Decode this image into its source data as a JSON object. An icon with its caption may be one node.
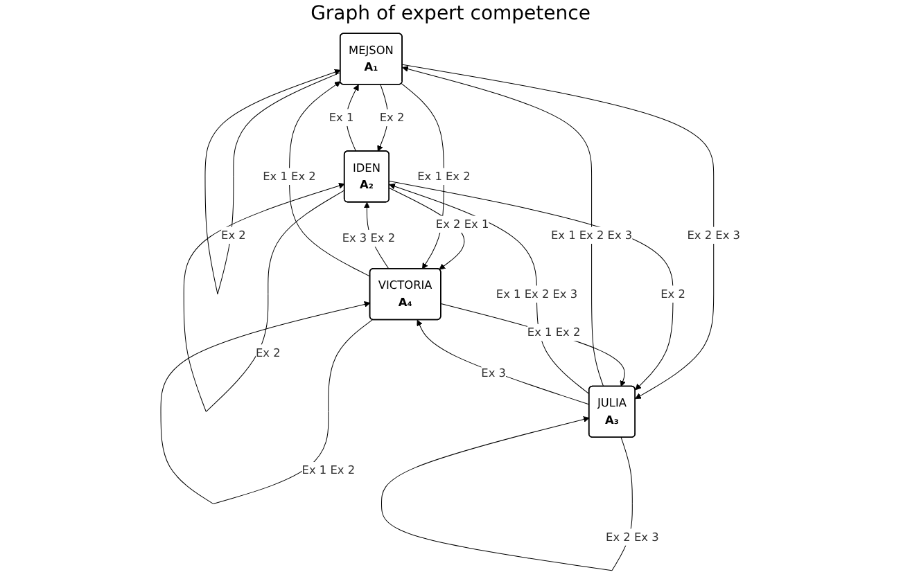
{
  "diagram": {
    "title": "Graph of expert competence",
    "nodes": [
      {
        "text": [
          "MEJSON",
          "A₁"
        ]
      },
      {
        "text": [
          "IDEN",
          "A₂"
        ]
      },
      {
        "text": [
          "VICTORIA",
          "A₄"
        ]
      },
      {
        "text": [
          "JULIA",
          "A₃"
        ]
      }
    ],
    "edges": [
      {
        "from": 0,
        "to": 1,
        "arrow": "to",
        "label": "Ex 2"
      },
      {
        "from": 1,
        "to": 0,
        "arrow": "to",
        "label": "Ex 1"
      },
      {
        "from": 0,
        "to": 0,
        "arrow": "to",
        "label": "Ex 2"
      },
      {
        "from": 1,
        "to": 1,
        "arrow": "to",
        "label": "Ex 2"
      },
      {
        "from": 0,
        "to": 3,
        "arrow": "to",
        "label": "Ex 2 Ex 3"
      },
      {
        "from": 3,
        "to": 0,
        "arrow": "to",
        "label": "Ex 1 Ex 2 Ex 3"
      },
      {
        "from": 1,
        "to": 2,
        "arrow": "to",
        "label": "Ex 2 Ex 1"
      },
      {
        "from": 2,
        "to": 1,
        "arrow": "to",
        "label": "Ex 3 Ex 2"
      },
      {
        "from": 2,
        "to": 0,
        "arrow": "to",
        "label": "Ex 1 Ex 2"
      },
      {
        "from": 0,
        "to": 2,
        "arrow": "to",
        "label": "Ex 1 Ex 2"
      },
      {
        "from": 3,
        "to": 1,
        "arrow": "to",
        "label": "Ex 1 Ex 2 Ex 3"
      },
      {
        "from": 1,
        "to": 3,
        "arrow": "to",
        "label": "Ex 2"
      },
      {
        "from": 2,
        "to": 2,
        "arrow": "to",
        "label": "Ex 1 Ex 2"
      },
      {
        "from": 3,
        "to": 3,
        "arrow": "to",
        "label": "Ex 2 Ex 3"
      },
      {
        "from": 3,
        "to": 2,
        "arrow": "to",
        "label": "Ex 3"
      },
      {
        "from": 2,
        "to": 3,
        "arrow": "to",
        "label": "Ex 1 Ex 2"
      }
    ]
  }
}
